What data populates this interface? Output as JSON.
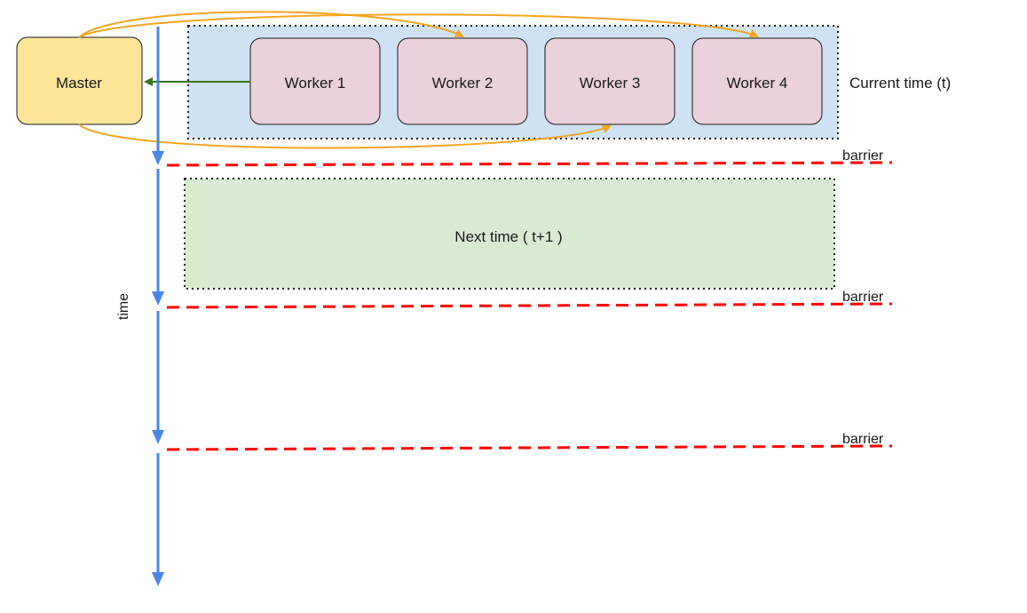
{
  "master": {
    "label": "Master"
  },
  "workers": [
    {
      "label": "Worker 1"
    },
    {
      "label": "Worker 2"
    },
    {
      "label": "Worker 3"
    },
    {
      "label": "Worker 4"
    }
  ],
  "current_phase": {
    "label": "Current time (t)"
  },
  "next_phase": {
    "label": "Next time ( t+1 )"
  },
  "barrier_label": "barrier",
  "time_axis": {
    "label": "time"
  },
  "colors": {
    "master_fill": "#ffe599",
    "master_stroke": "#1a1a1a",
    "worker_fill": "#ead1dc",
    "worker_stroke": "#1a1a1a",
    "current_phase_fill": "#cfe2f3",
    "next_phase_fill": "#d9ead3",
    "barrier": "#ff0000",
    "time_axis": "#4a86e8",
    "orange_arrows": "#f6a521",
    "green_arrow": "#38761d"
  }
}
